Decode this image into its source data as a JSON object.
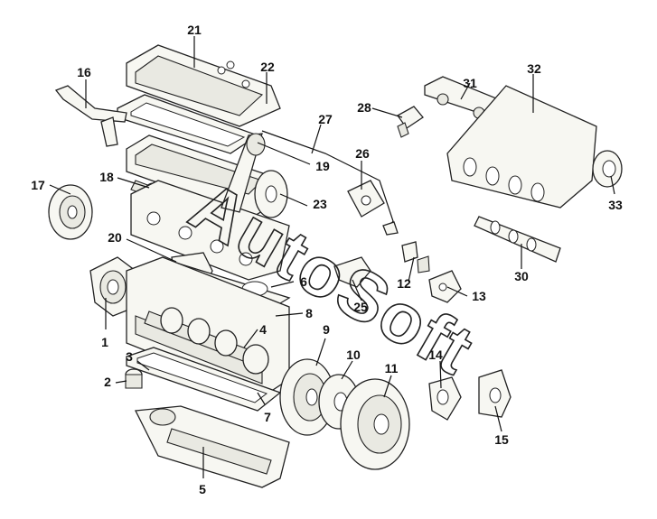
{
  "watermark": "AutoSoft",
  "callouts": [
    "1",
    "2",
    "3",
    "4",
    "5",
    "6",
    "7",
    "8",
    "9",
    "10",
    "11",
    "12",
    "13",
    "14",
    "15",
    "16",
    "17",
    "18",
    "19",
    "20",
    "21",
    "22",
    "23",
    "25",
    "26",
    "27",
    "28",
    "30",
    "31",
    "32",
    "33"
  ]
}
